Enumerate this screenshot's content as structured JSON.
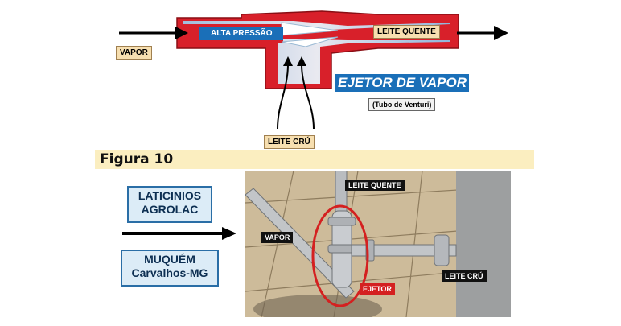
{
  "diagram": {
    "title": "EJETOR DE VAPOR",
    "subtitle": "(Tubo de Venturi)",
    "labels": {
      "vapor": "VAPOR",
      "alta_pressao": "ALTA PRESSÃO",
      "leite_quente": "LEITE QUENTE",
      "leite_cru": "LEITE CRÚ"
    }
  },
  "caption": "Figura 10",
  "left_panel": {
    "box1": [
      "LATICINIOS",
      "AGROLAC"
    ],
    "box2": [
      "MUQUÉM",
      "Carvalhos-MG"
    ]
  },
  "photo": {
    "tags": {
      "leite_quente": "LEITE QUENTE",
      "vapor": "VAPOR",
      "ejetor": "EJETOR",
      "leite_cru": "LEITE CRÚ"
    }
  },
  "colors": {
    "pipe_red": "#d8202a",
    "pipe_inner": "#cfe2f3",
    "label_tan": "#f7dfb0",
    "title_blue": "#1a6fb8",
    "caption_bg": "#fbeec0",
    "highlight_red": "#d42020"
  }
}
